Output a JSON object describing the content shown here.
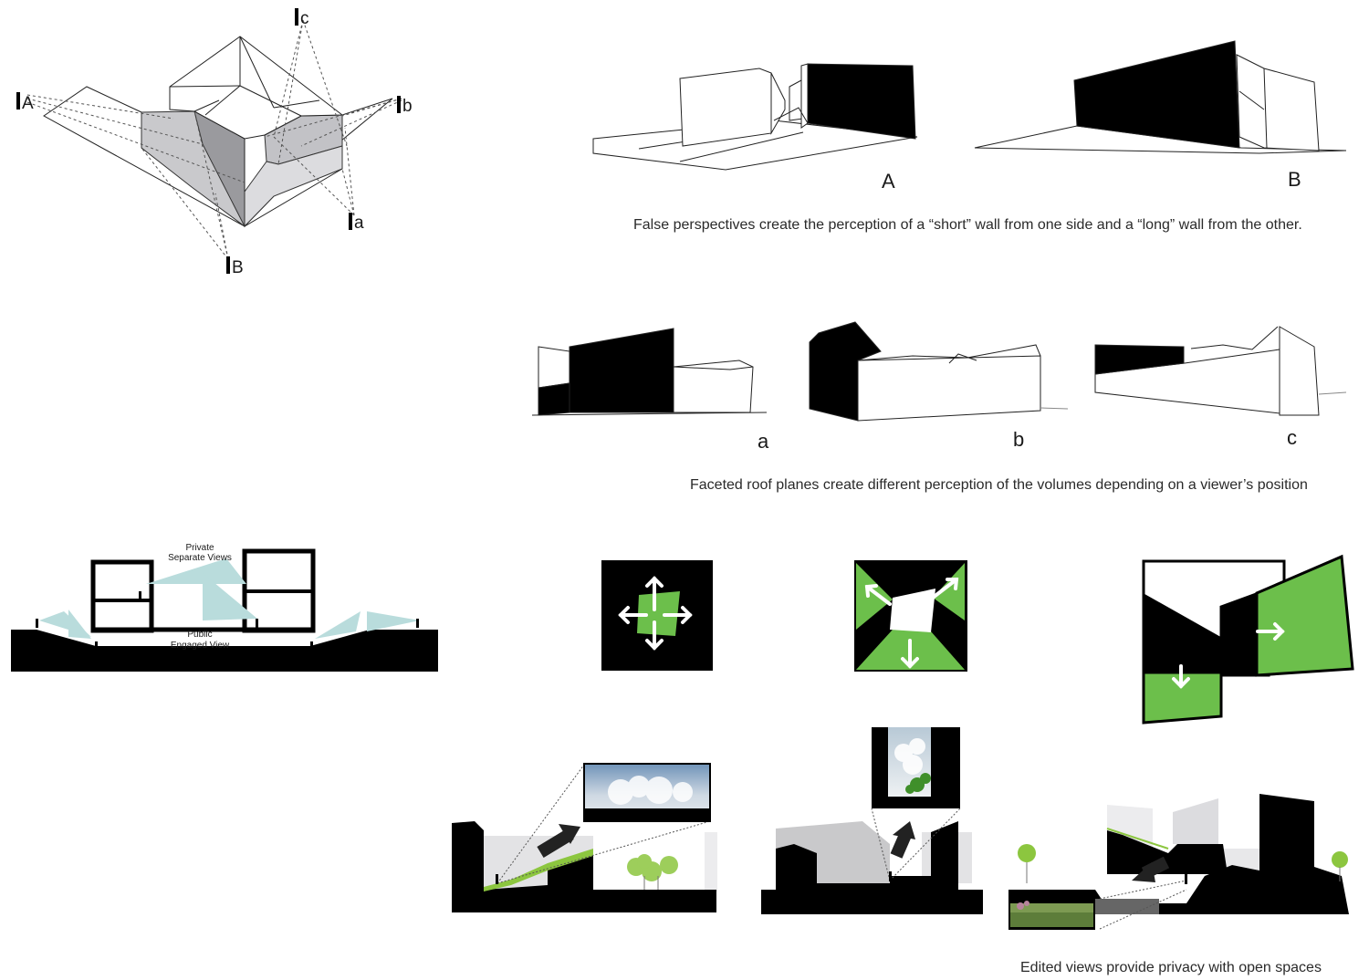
{
  "axon": {
    "markers": [
      "A",
      "B",
      "a",
      "b",
      "c"
    ],
    "marker_labels": {
      "A": "A",
      "B": "B",
      "a": "a",
      "b": "b",
      "c": "c"
    }
  },
  "false_perspective": {
    "views": [
      "A",
      "B"
    ],
    "caption": "False perspectives create the perception of a “short” wall from one side and a “long” wall from the other."
  },
  "faceted_roof": {
    "views": [
      "a",
      "b",
      "c"
    ],
    "caption": "Faceted roof planes create different perception of the volumes depending on a viewer’s position"
  },
  "section": {
    "private_line1": "Private",
    "private_line2": "Separate Views",
    "public_line1": "Public",
    "public_line2": "Engaged View"
  },
  "edited_views": {
    "caption": "Edited views provide  privacy with open  spaces"
  },
  "colors": {
    "ink": "#000000",
    "green": "#6cbf4b",
    "cone": "#b9dcdc",
    "grey": "#d7d7d9",
    "sky": "#a9c3d8"
  }
}
